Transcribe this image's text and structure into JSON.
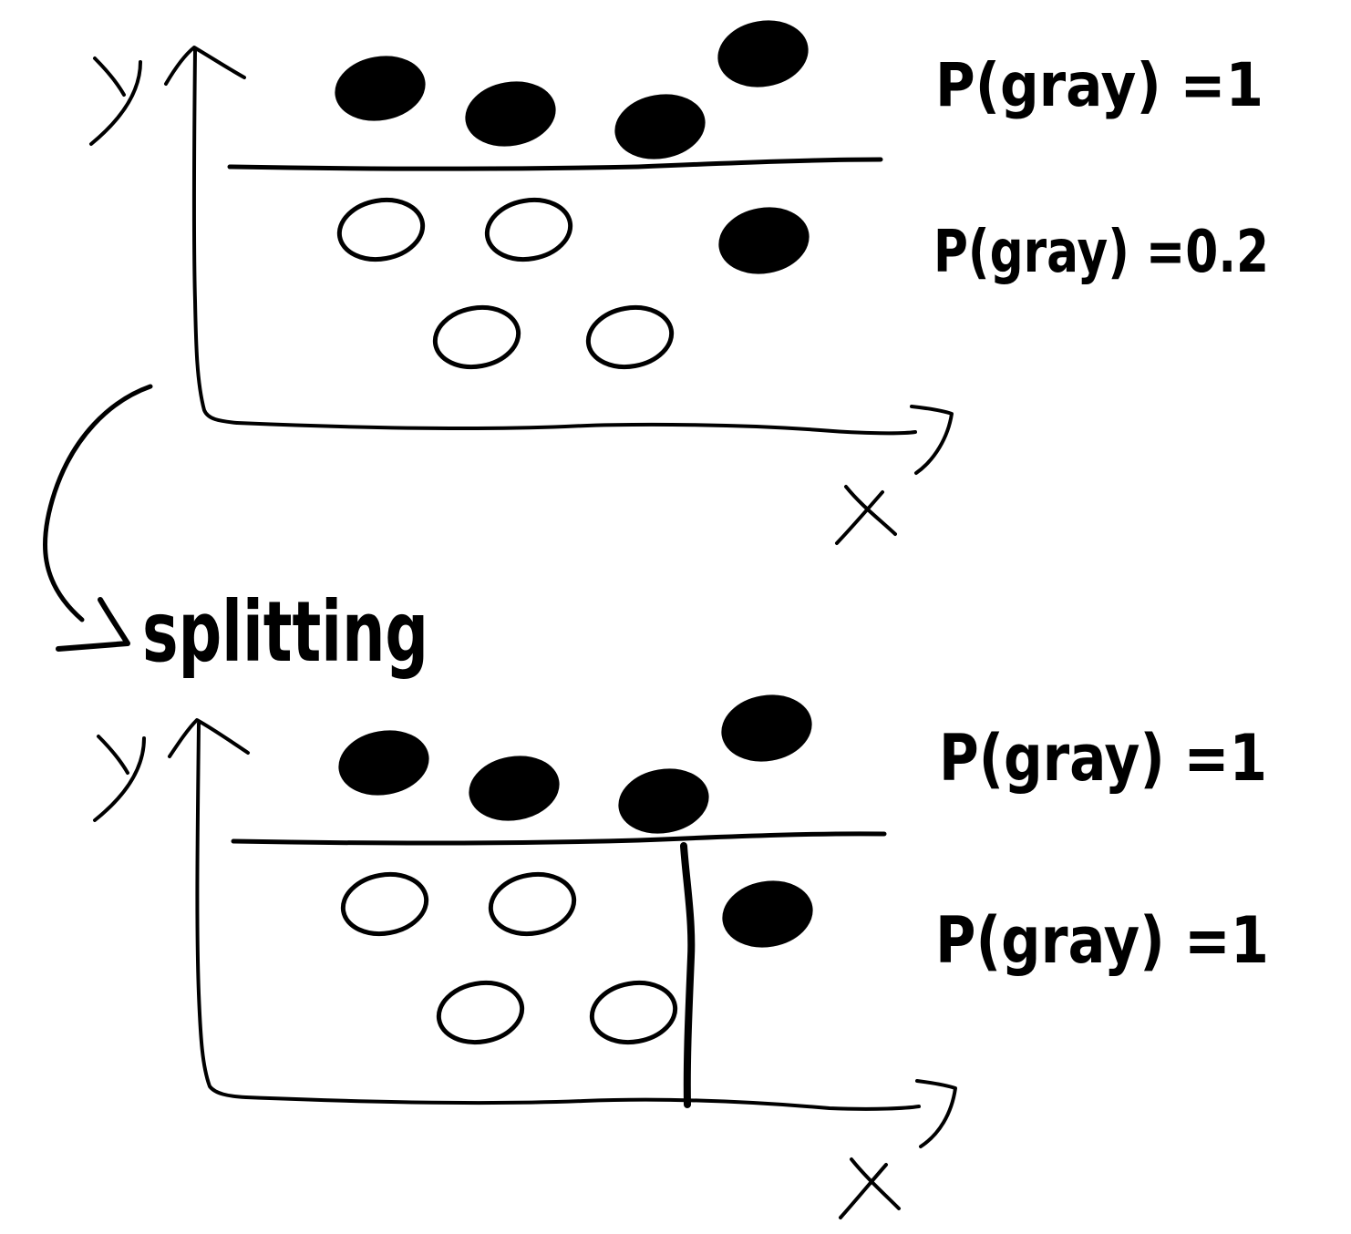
{
  "diagram": {
    "before": {
      "axis_y_label": "y",
      "axis_x_label": "x",
      "regions": [
        {
          "label": "P(gray) =1"
        },
        {
          "label": "P(gray) =0.2"
        }
      ],
      "points": [
        {
          "filled": true
        },
        {
          "filled": true
        },
        {
          "filled": true
        },
        {
          "filled": true
        },
        {
          "filled": false
        },
        {
          "filled": false
        },
        {
          "filled": true
        },
        {
          "filled": false
        },
        {
          "filled": false
        }
      ]
    },
    "transition": {
      "label": "splitting"
    },
    "after": {
      "axis_y_label": "y",
      "axis_x_label": "x",
      "regions": [
        {
          "label": "P(gray) =1"
        },
        {
          "label": "P(gray) =1"
        }
      ],
      "points": [
        {
          "filled": true
        },
        {
          "filled": true
        },
        {
          "filled": true
        },
        {
          "filled": true
        },
        {
          "filled": false
        },
        {
          "filled": false
        },
        {
          "filled": true
        },
        {
          "filled": false
        },
        {
          "filled": false
        }
      ]
    },
    "colors": {
      "ink": "#000000",
      "background": "#ffffff",
      "hollow_fill": "#ffffff"
    }
  }
}
